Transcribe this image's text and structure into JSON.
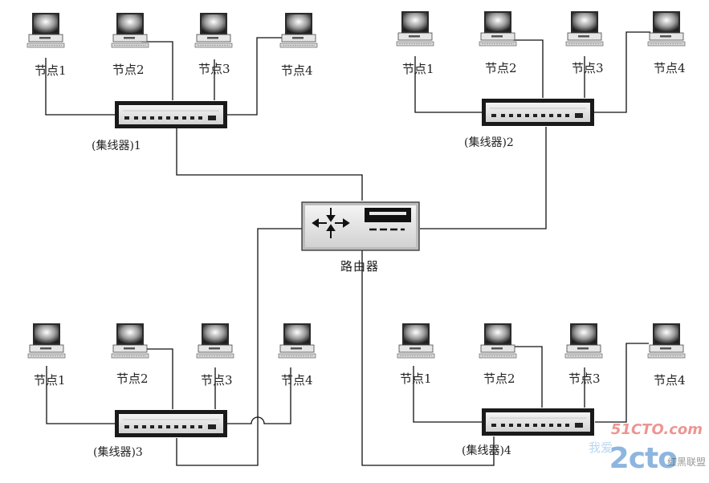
{
  "node_labels": {
    "n1": "节点1",
    "n2": "节点2",
    "n3": "节点3",
    "n4": "节点4"
  },
  "hubs": {
    "hub1": "(集线器)1",
    "hub2": "(集线器)2",
    "hub3": "(集线器)3",
    "hub4": "(集线器)4"
  },
  "router_label": "路由器",
  "watermark": {
    "site": "51CTO.com",
    "main": "2cto",
    "sub": "红黑联盟",
    "left": "我爱"
  },
  "colors": {
    "line": "#111111",
    "device_body": "#e3e3e3",
    "device_border": "#222222"
  }
}
